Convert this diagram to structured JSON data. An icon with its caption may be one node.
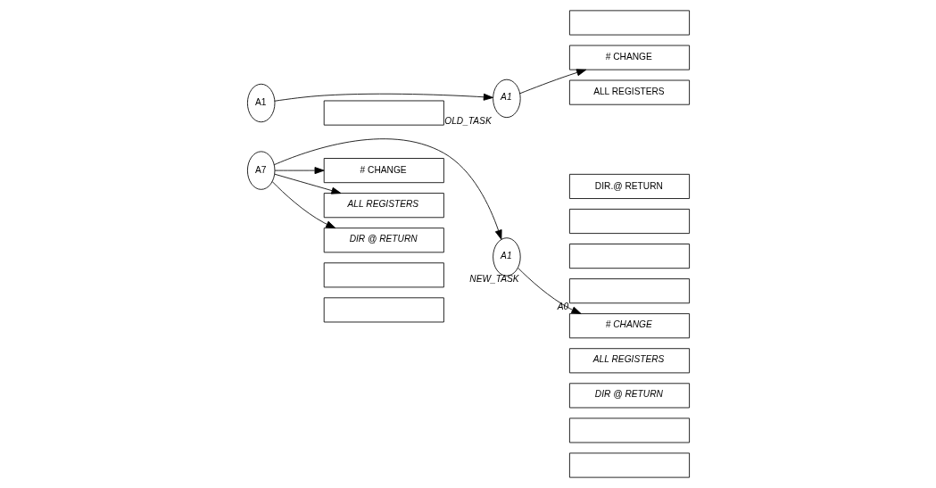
{
  "diagram": {
    "nodes": [
      {
        "text": [
          "A1"
        ]
      },
      {
        "text": [
          "A7"
        ]
      },
      {
        "text": [],
        "shape": "box"
      },
      {
        "text": [
          "# CHANGE"
        ]
      },
      {
        "text": [
          "ALL REGISTERS"
        ]
      },
      {
        "text": [
          "DIR @ RETURN"
        ]
      },
      {
        "text": [],
        "shape": "box"
      },
      {
        "text": [],
        "shape": "box"
      },
      {
        "text": [
          "A1"
        ],
        "beside": [
          "OLD_TASK"
        ]
      },
      {
        "text": [],
        "shape": "box"
      },
      {
        "text": [
          "# CHANGE"
        ]
      },
      {
        "text": [
          "ALL REGISTERS"
        ]
      },
      {
        "text": [
          "DIR.@ RETURN"
        ]
      },
      {
        "text": [],
        "shape": "box"
      },
      {
        "text": [],
        "shape": "box"
      },
      {
        "text": [
          "A1"
        ],
        "beside": [
          "NEW_TASK"
        ]
      },
      {
        "text": [],
        "shape": "box",
        "beside": [
          "A0"
        ]
      },
      {
        "text": [
          "# CHANGE"
        ]
      },
      {
        "text": [
          "ALL REGISTERS"
        ]
      },
      {
        "text": [
          "DIR @ RETURN"
        ]
      },
      {
        "text": [],
        "shape": "box"
      },
      {
        "text": [],
        "shape": "box"
      }
    ],
    "edges": [
      {
        "from": 0,
        "to": 8,
        "arrow": "to"
      },
      {
        "from": 1,
        "to": 15,
        "arrow": "to"
      },
      {
        "from": 1,
        "to": 3,
        "arrow": "to"
      },
      {
        "from": 1,
        "to": 4,
        "arrow": "to"
      },
      {
        "from": 1,
        "to": 5,
        "arrow": "to"
      },
      {
        "from": 8,
        "to": 10,
        "arrow": "to"
      },
      {
        "from": 15,
        "to": 17,
        "arrow": "to"
      }
    ]
  }
}
